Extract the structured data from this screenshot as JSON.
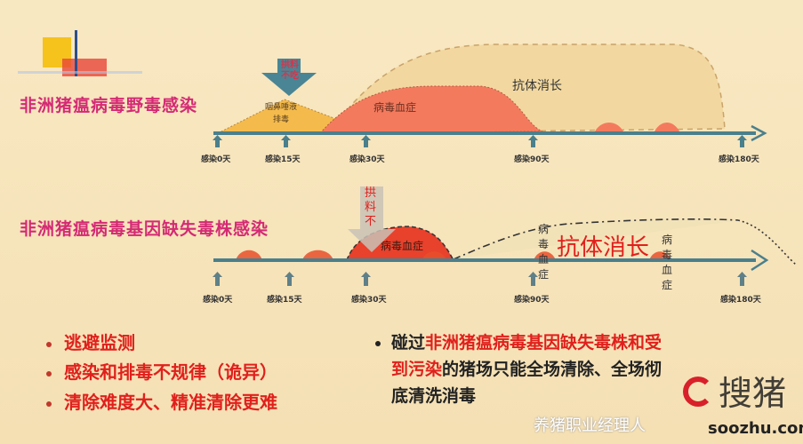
{
  "diagram1": {
    "title": "非洲猪瘟病毒野毒感染",
    "arrow_text": "拱料不吃",
    "shed_label": [
      "咽鼻唾液",
      "排毒"
    ],
    "viremia_label": "病毒血症",
    "antibody_label": "抗体消长",
    "ticks": [
      "感染0天",
      "感染15天",
      "感染30天",
      "感染90天",
      "感染180天"
    ]
  },
  "diagram2": {
    "title": "非洲猪瘟病毒基因缺失毒株感染",
    "arrow_text": "拱料不",
    "viremia_label": "病毒血症",
    "antibody_label": "抗体消长",
    "side_viremia": "病毒血症",
    "ticks": [
      "感染0天",
      "感染15天",
      "感染30天",
      "感染90天",
      "感染180天"
    ]
  },
  "bullets_left": [
    "逃避监测",
    "感染和排毒不规律（诡异）",
    "清除难度大、精准清除更难"
  ],
  "bullet_right": {
    "pre": "碰过",
    "highlight1": "非洲猪瘟病毒基因缺失毒株和受",
    "highlight2": "到污染",
    "rest1": "的猪场只能全场清除、全场彻",
    "rest2": "底清洗消毒"
  },
  "watermark": {
    "account": "养猪职业经理人",
    "site": "soozhu.com",
    "logo_text": "搜猪"
  },
  "colors": {
    "title": "#d42a74",
    "bullet": "#e0201c",
    "axis": "#4a7f8c",
    "viremia": "#f47a5e"
  }
}
